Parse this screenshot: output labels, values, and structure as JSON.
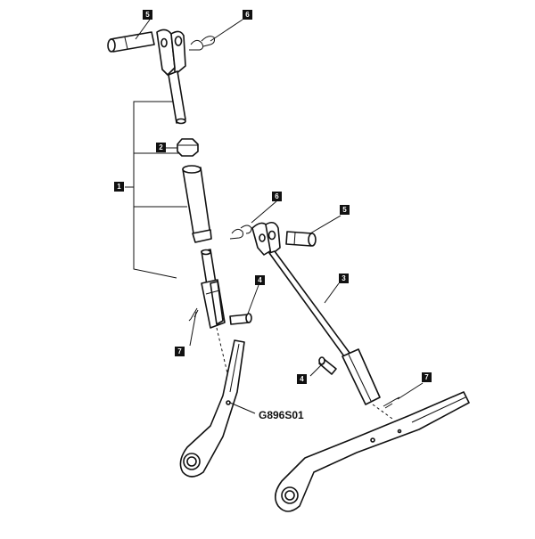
{
  "figure": {
    "drawing_id": "G896S01",
    "line_color": "#111111",
    "background_color": "#ffffff"
  },
  "callouts": [
    {
      "id": "c1",
      "label": "1"
    },
    {
      "id": "c2",
      "label": "2"
    },
    {
      "id": "c3",
      "label": "3"
    },
    {
      "id": "c4a",
      "label": "4"
    },
    {
      "id": "c4b",
      "label": "4"
    },
    {
      "id": "c5a",
      "label": "5"
    },
    {
      "id": "c5b",
      "label": "5"
    },
    {
      "id": "c6a",
      "label": "6"
    },
    {
      "id": "c6b",
      "label": "6"
    },
    {
      "id": "c7a",
      "label": "7"
    },
    {
      "id": "c7b",
      "label": "7"
    }
  ]
}
